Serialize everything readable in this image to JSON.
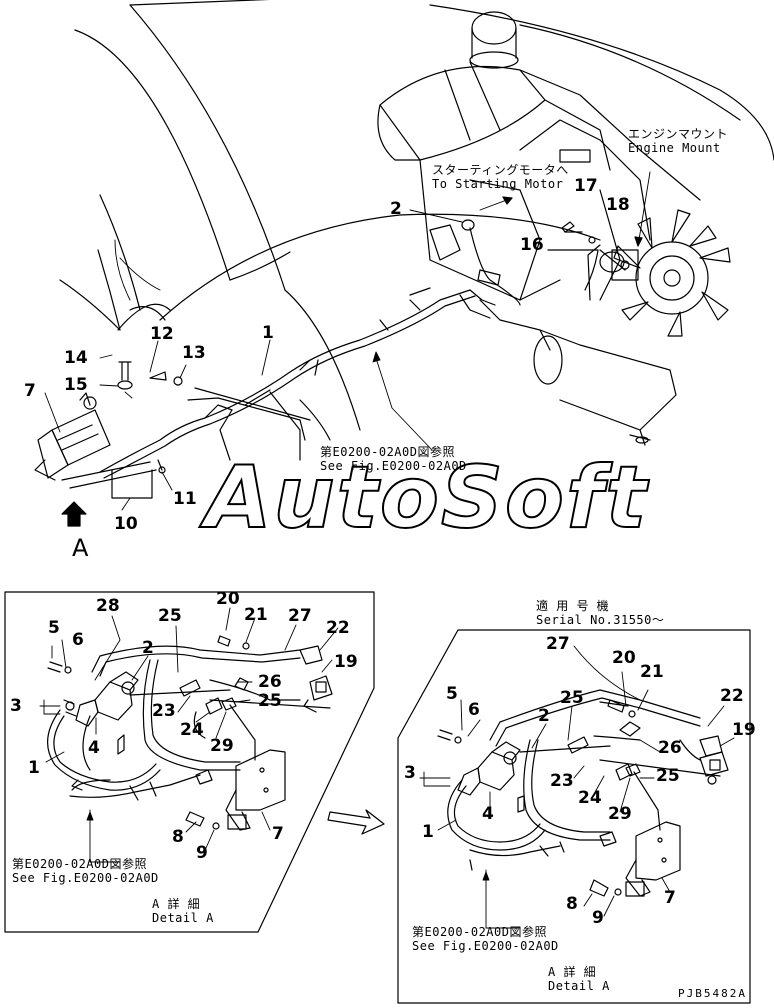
{
  "watermark": "AutoSoft",
  "view_letter": "A",
  "drawing_code": "PJB5482A",
  "notes": {
    "engine_mount": {
      "jp": "エンジンマウント",
      "en": "Engine Mount"
    },
    "starting_motor": {
      "jp": "スターティングモータへ",
      "en": "To Starting Motor"
    },
    "see_fig_main": {
      "jp": "第E0200-02A0D図参照",
      "en": "See Fig.E0200-02A0D"
    },
    "see_fig_left": {
      "jp": "第E0200-02A0D図参照",
      "en": "See Fig.E0200-02A0D"
    },
    "see_fig_right": {
      "jp": "第E0200-02A0D図参照",
      "en": "See Fig.E0200-02A0D"
    },
    "detail_left": {
      "jp": "A 詳 細",
      "en": "Detail A"
    },
    "detail_right": {
      "jp": "A 詳 細",
      "en": "Detail A"
    },
    "serial": {
      "jp": "適 用 号 機",
      "en": "Serial No.31550～"
    }
  },
  "callouts": {
    "top": [
      "2",
      "17",
      "18",
      "16",
      "12",
      "13",
      "1",
      "14",
      "15",
      "7",
      "11",
      "10"
    ],
    "left": [
      "28",
      "20",
      "21",
      "25",
      "27",
      "22",
      "5",
      "6",
      "2",
      "19",
      "26",
      "25",
      "3",
      "23",
      "24",
      "29",
      "4",
      "1",
      "7",
      "8",
      "9"
    ],
    "right": [
      "27",
      "20",
      "21",
      "22",
      "5",
      "6",
      "25",
      "2",
      "19",
      "26",
      "3",
      "23",
      "25",
      "24",
      "4",
      "29",
      "1",
      "7",
      "8",
      "9"
    ]
  }
}
